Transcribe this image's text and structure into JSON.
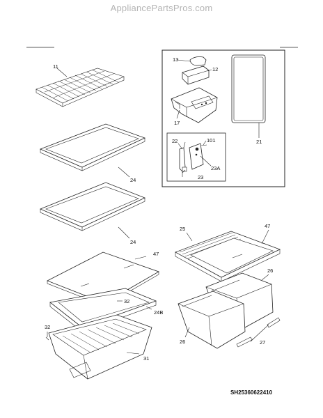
{
  "watermark": "AppliancePartsPros.com",
  "diagram_code": "SH25360622410",
  "labels": {
    "p11": "11",
    "p13": "13",
    "p12": "12",
    "p17": "17",
    "p21": "21",
    "p22": "22",
    "p101": "101",
    "p23A": "23A",
    "p23": "23",
    "p24a": "24",
    "p24b": "24",
    "p47a": "47",
    "p32a": "32",
    "p24B": "24B",
    "p32b": "32",
    "p31": "31",
    "p25": "25",
    "p47b": "47",
    "p26a": "26",
    "p26b": "26",
    "p27": "27"
  }
}
